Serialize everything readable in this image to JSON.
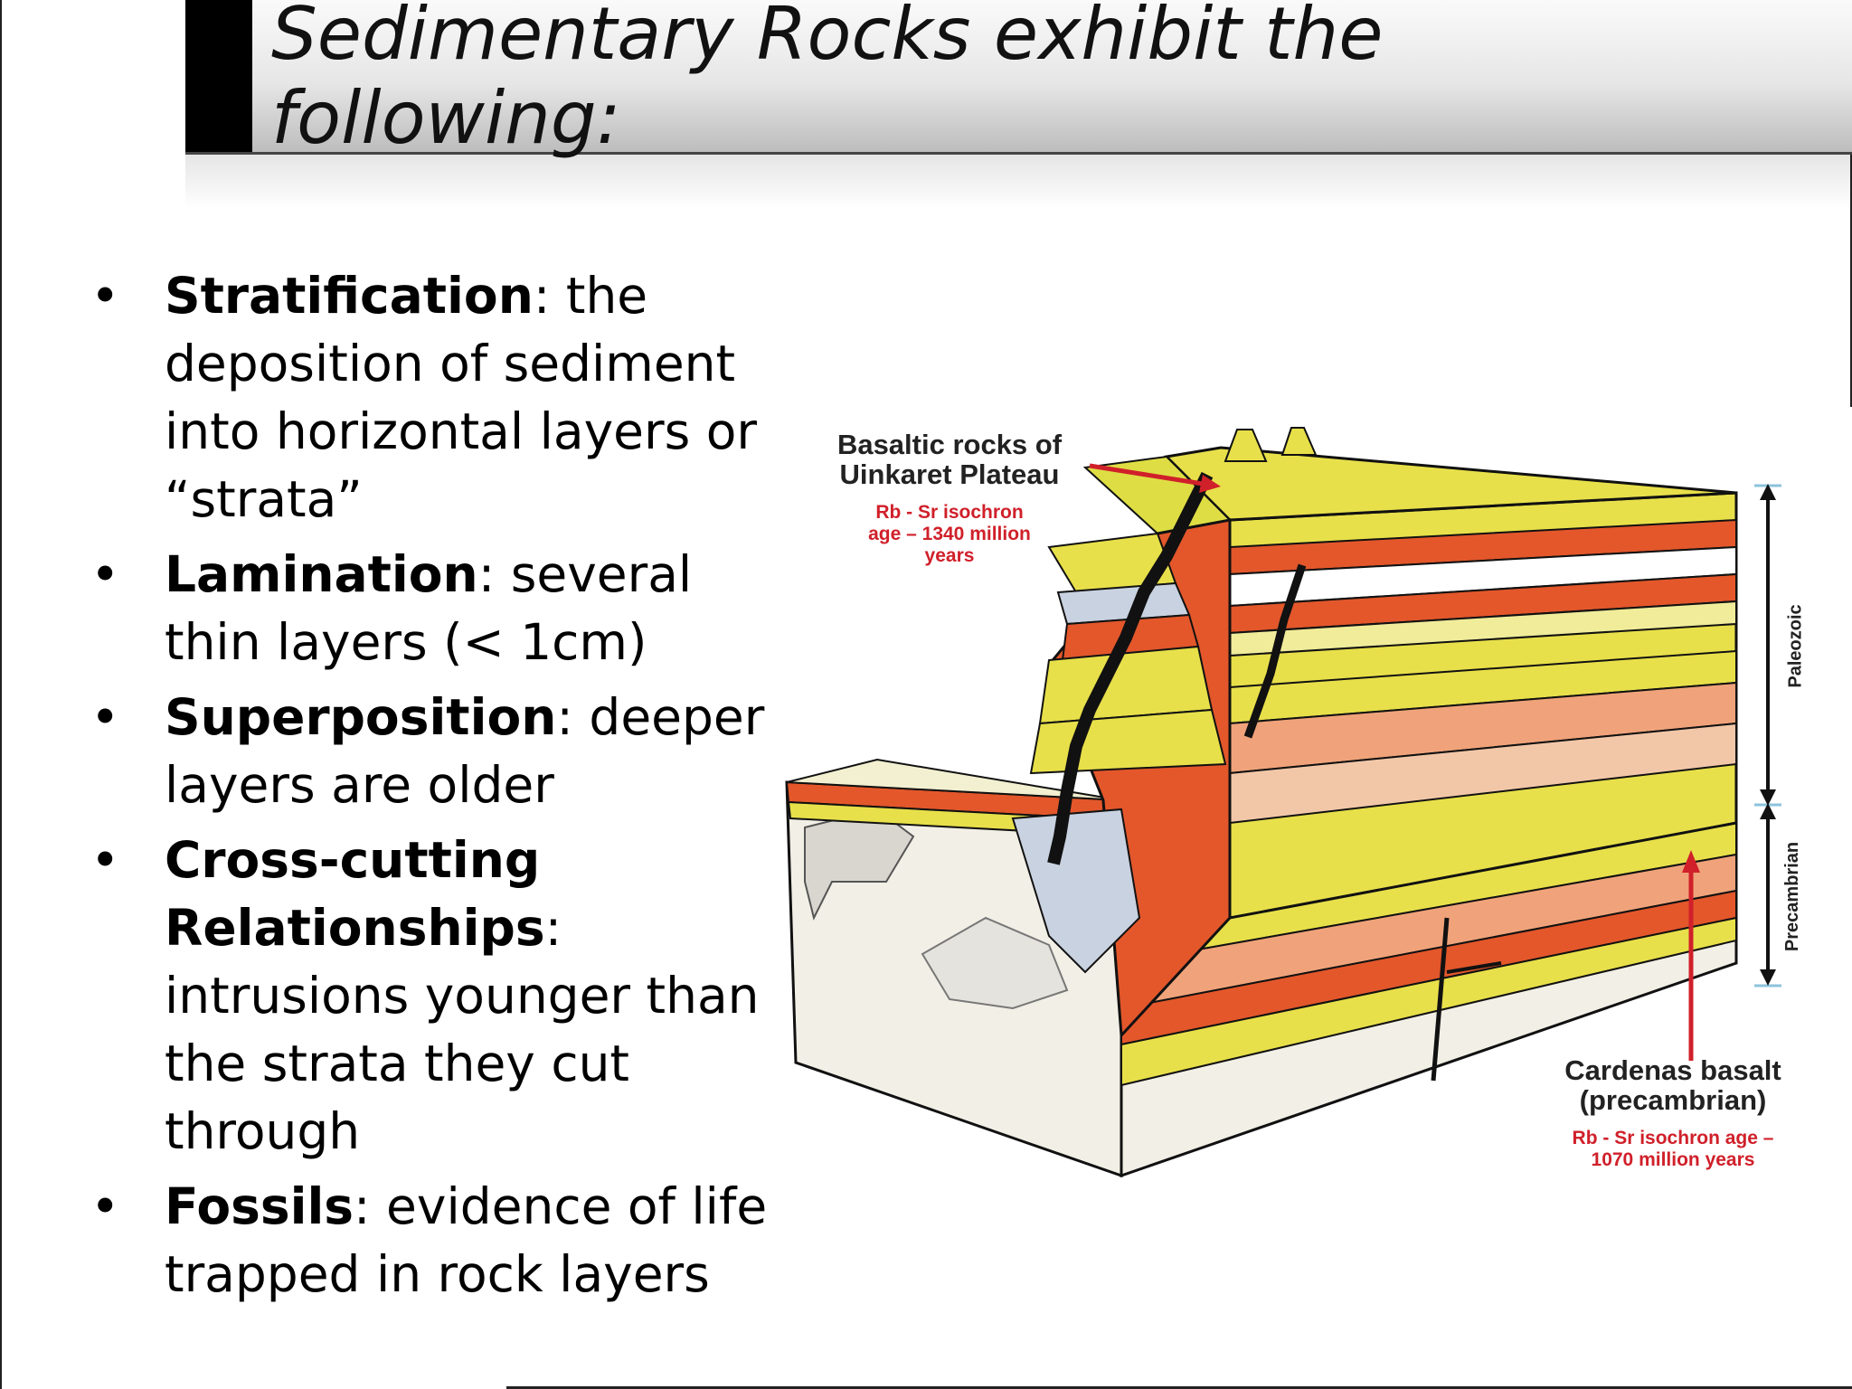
{
  "title": "Sedimentary Rocks exhibit the following:",
  "bullets": [
    {
      "term": "Stratification",
      "desc": ": the deposition of sediment into horizontal layers or “strata”"
    },
    {
      "term": "Lamination",
      "desc": ": several thin layers (< 1cm)"
    },
    {
      "term": "Superposition",
      "desc": ": deeper layers are older"
    },
    {
      "term": "Cross-cutting Relationships",
      "desc": ": intrusions younger than the strata they cut through"
    },
    {
      "term": "Fossils",
      "desc": ": evidence of life trapped in rock layers"
    }
  ],
  "figure": {
    "top_label": "Basaltic rocks of Uinkaret Plateau",
    "top_sub": "Rb - Sr isochron age – 1340 million years",
    "bottom_label": "Cardenas basalt (precambrian)",
    "bottom_sub": "Rb - Sr isochron age – 1070 million years",
    "era_upper": "Paleozoic",
    "era_lower": "Precambrian"
  },
  "colors": {
    "yellow": "#e8e04a",
    "orange": "#e3572b",
    "red": "#d0202a",
    "pale": "#f2f0d0",
    "blue_grey": "#c9d2e0"
  }
}
